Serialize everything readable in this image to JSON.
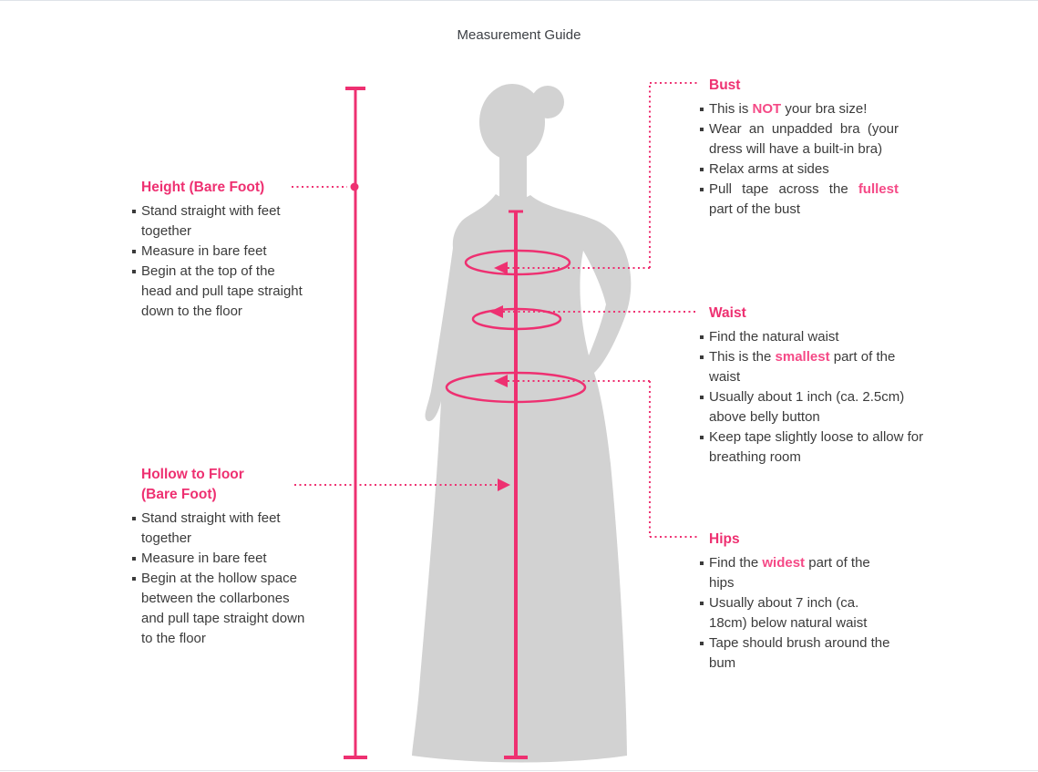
{
  "page": {
    "title": "Measurement Guide"
  },
  "colors": {
    "pink": "#ee3071",
    "hl": "#f54986",
    "silhouette": "#d2d2d2",
    "text": "#3b3b3b"
  },
  "sections": {
    "height": {
      "title": "Height (Bare Foot)",
      "bullets": [
        [
          {
            "t": "Stand straight with feet together"
          }
        ],
        [
          {
            "t": "Measure in bare feet"
          }
        ],
        [
          {
            "t": "Begin at the top of the head and pull tape straight down to the floor"
          }
        ]
      ]
    },
    "hollow": {
      "title": "Hollow to Floor (Bare Foot)",
      "bullets": [
        [
          {
            "t": "Stand straight with feet together"
          }
        ],
        [
          {
            "t": "Measure in bare feet"
          }
        ],
        [
          {
            "t": "Begin at the hollow space between the collarbones and pull tape straight down to the floor"
          }
        ]
      ]
    },
    "bust": {
      "title": "Bust",
      "bullets": [
        [
          {
            "t": "This is "
          },
          {
            "t": "NOT",
            "h": true
          },
          {
            "t": " your bra size!"
          }
        ],
        [
          {
            "t": "Wear an unpadded bra (your dress will have a built-in bra)"
          }
        ],
        [
          {
            "t": "Relax arms at sides"
          }
        ],
        [
          {
            "t": "Pull tape across the "
          },
          {
            "t": "fullest",
            "h": true
          },
          {
            "t": " part of the bust"
          }
        ]
      ]
    },
    "waist": {
      "title": "Waist",
      "bullets": [
        [
          {
            "t": "Find the natural waist"
          }
        ],
        [
          {
            "t": "This is the "
          },
          {
            "t": "smallest",
            "h": true
          },
          {
            "t": " part of the waist"
          }
        ],
        [
          {
            "t": "Usually about 1 inch (ca. 2.5cm) above belly button"
          }
        ],
        [
          {
            "t": "Keep tape slightly loose to allow for breathing room"
          }
        ]
      ]
    },
    "hips": {
      "title": "Hips",
      "bullets": [
        [
          {
            "t": "Find the "
          },
          {
            "t": "widest",
            "h": true
          },
          {
            "t": " part of the hips"
          }
        ],
        [
          {
            "t": "Usually about 7 inch (ca. 18cm) below natural waist"
          }
        ],
        [
          {
            "t": "Tape should brush around the bum"
          }
        ]
      ]
    }
  }
}
